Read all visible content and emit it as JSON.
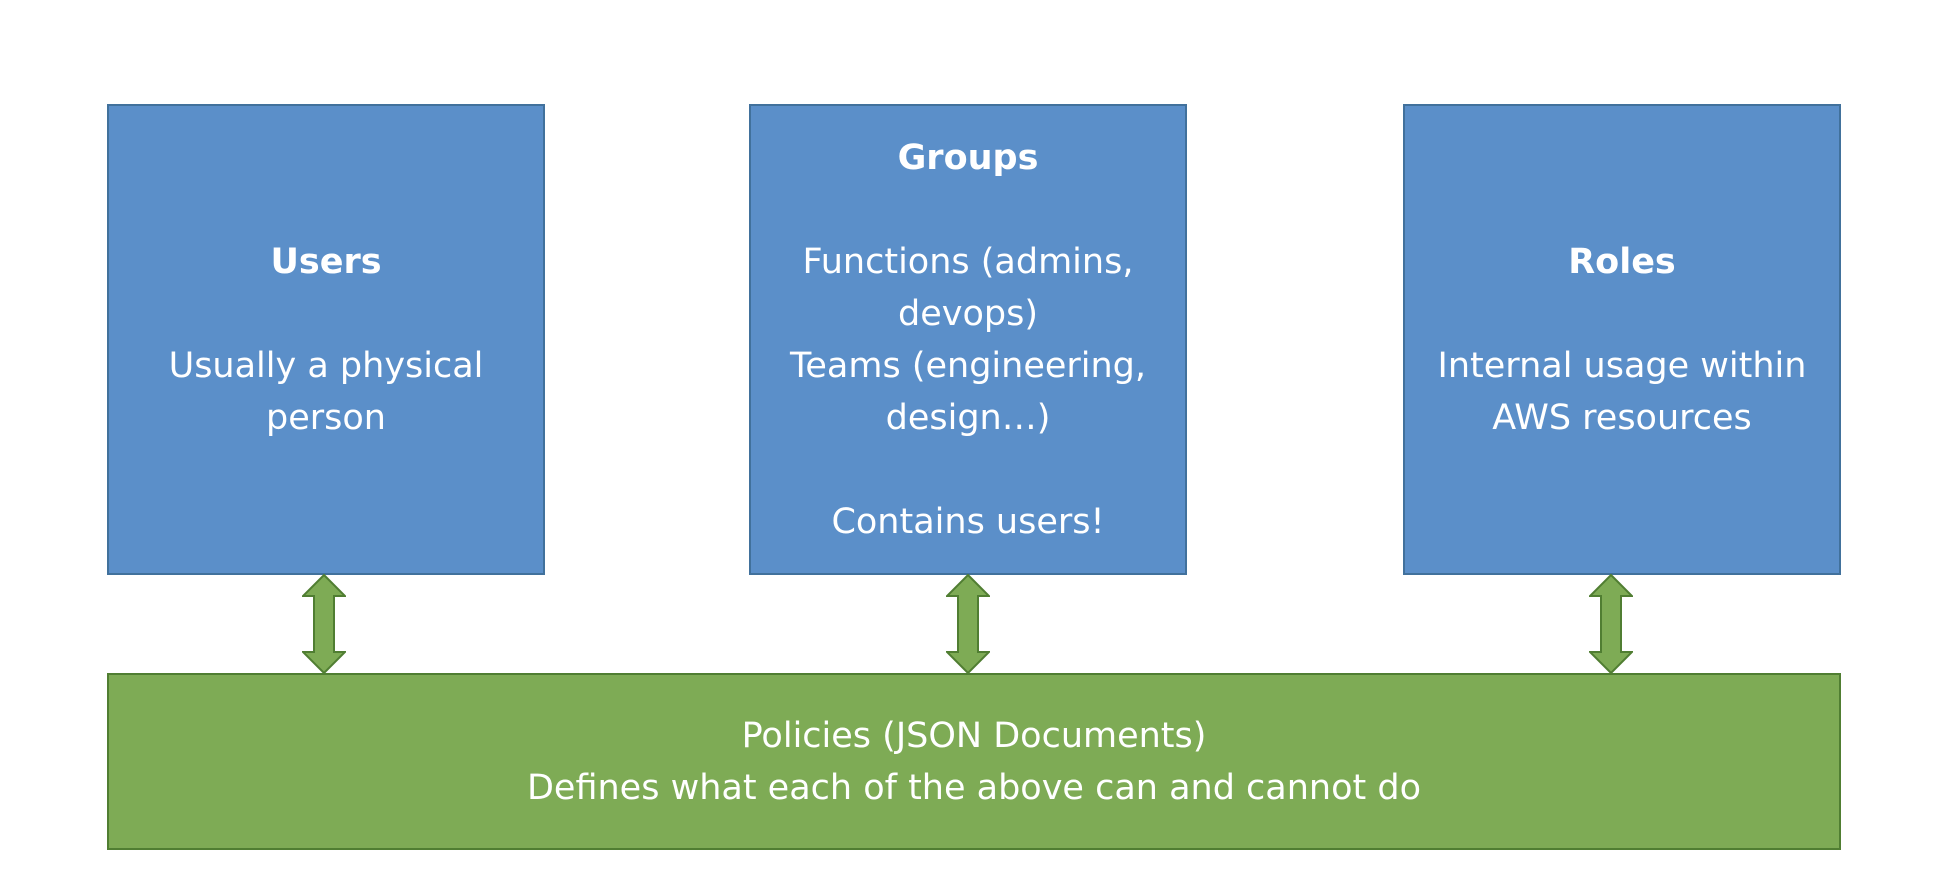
{
  "users": {
    "title": "Users",
    "lines": [
      "Usually a physical",
      "person"
    ]
  },
  "groups": {
    "title": "Groups",
    "lines": [
      "Functions (admins,",
      "devops)",
      "Teams (engineering,",
      "design…)"
    ],
    "note": "Contains users!"
  },
  "roles": {
    "title": "Roles",
    "lines": [
      "Internal usage within",
      "AWS resources"
    ]
  },
  "policies": {
    "line1": "Policies (JSON Documents)",
    "line2": "Defines what each of the above can and cannot do"
  },
  "colors": {
    "entity_fill": "#5b8fc9",
    "entity_border": "#41719c",
    "policy_fill": "#7eab55",
    "policy_border": "#507e32",
    "arrow_fill": "#7eab55"
  }
}
